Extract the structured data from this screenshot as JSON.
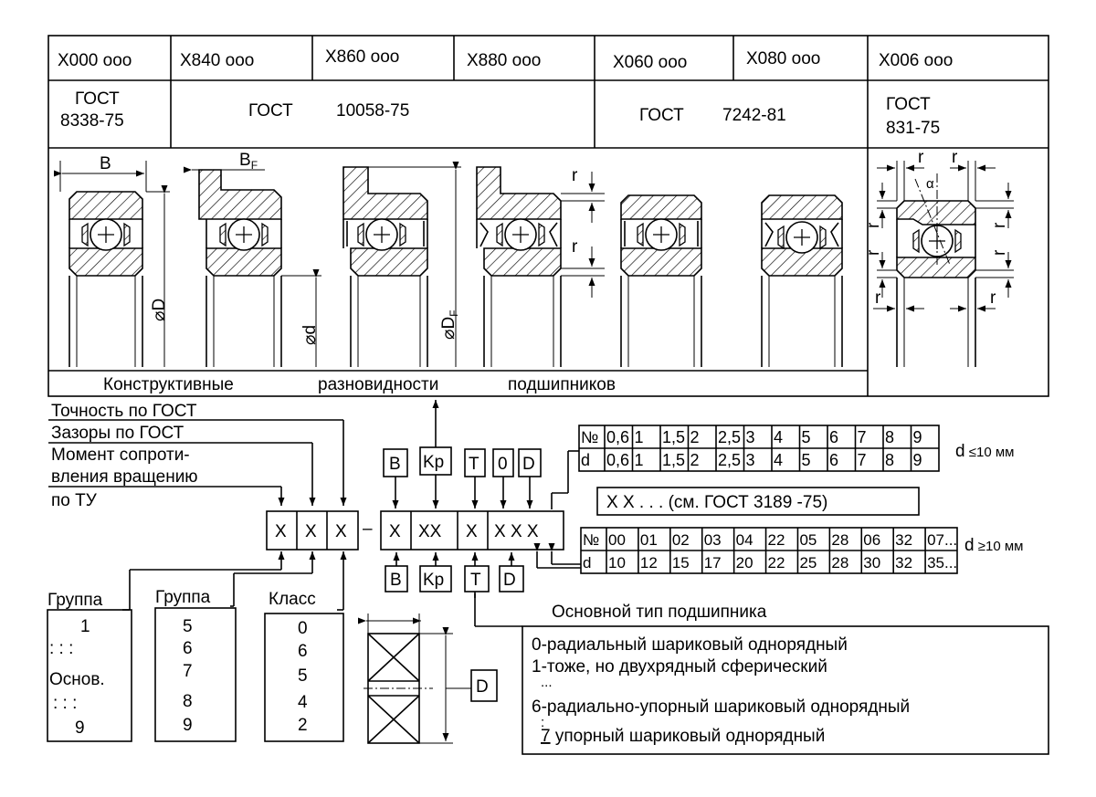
{
  "header": {
    "series": [
      "X000 ooo",
      "X840 ooo",
      "X860 ooo",
      "X880 ooo",
      "X060 ooo",
      "X080 ooo",
      "X006 ooo"
    ],
    "gost_1_a": "ГОСТ",
    "gost_1_b": "8338-75",
    "gost_2_a": "ГОСТ",
    "gost_2_b": "10058-75",
    "gost_3_a": "ГОСТ",
    "gost_3_b": "7242-81",
    "gost_4_a": "ГОСТ",
    "gost_4_b": "831-75"
  },
  "drawing_labels": {
    "B": "B",
    "BF": "B",
    "BF_sub": "F",
    "D": "⌀D",
    "d": "⌀d",
    "DF": "⌀D",
    "DF_sub": "F",
    "r": "r",
    "alpha": "α"
  },
  "caption": {
    "w1": "Конструктивные",
    "w2": "разновидности",
    "w3": "подшипников"
  },
  "left_labels": {
    "accuracy": "Точность по   ГОСТ",
    "clearance": "Зазоры по     ГОСТ",
    "moment_1": "Момент сопроти-",
    "moment_2": "вления вращению",
    "moment_3": "по ТУ"
  },
  "code": {
    "x1": "X",
    "x2": "X",
    "x3": "X",
    "dash": "–",
    "x4": "X",
    "x5": "XX",
    "x6": "X",
    "x7": "X X X"
  },
  "top_boxes": [
    "B",
    "Kp",
    "T",
    "0",
    "D"
  ],
  "bottom_boxes": [
    "B",
    "Kp",
    "T",
    "D"
  ],
  "table_small": {
    "row1_head": "№",
    "row2_head": "d",
    "row1": [
      "0,6",
      "1",
      "1,5",
      "2",
      "2,5",
      "3",
      "4",
      "5",
      "6",
      "7",
      "8",
      "9"
    ],
    "row2": [
      "0,6",
      "1",
      "1,5",
      "2",
      "2,5",
      "3",
      "4",
      "5",
      "6",
      "7",
      "8",
      "9"
    ],
    "note_main": "d",
    "note_rest": " ≤10 мм"
  },
  "gost_ref": "X X . . .  (см. ГОСТ 3189 -75)",
  "table_large": {
    "row1_head": "№",
    "row2_head": "d",
    "row1": [
      "00",
      "01",
      "02",
      "03",
      "04",
      "22",
      "05",
      "28",
      "06",
      "32",
      "07..."
    ],
    "row2": [
      "10",
      "12",
      "15",
      "17",
      "20",
      "22",
      "25",
      "28",
      "30",
      "32",
      "35..."
    ],
    "note_main": "d",
    "note_rest": " ≥10 мм"
  },
  "groups": {
    "g1_title": "Группа",
    "g1_items": [
      "1",
      ": : :",
      "Основ.",
      ": : :",
      "9"
    ],
    "g2_title": "Группа",
    "g2_items": [
      "5",
      "6",
      "7",
      "8",
      "9"
    ],
    "g3_title": "Класс",
    "g3_items": [
      "0",
      "6",
      "5",
      "4",
      "2"
    ]
  },
  "d_box": "D",
  "type_title": "Основной тип подшипника",
  "types": {
    "t0": "0-радиальный  шариковый  однорядный",
    "t1": "1-тоже, но двухрядный сферический",
    "dots1": "...",
    "t6": "6-радиально-упорный шариковый однорядный",
    "dots2": ":",
    "t7_num": "7",
    "t7_text": "  упорный шариковый однорядный"
  }
}
